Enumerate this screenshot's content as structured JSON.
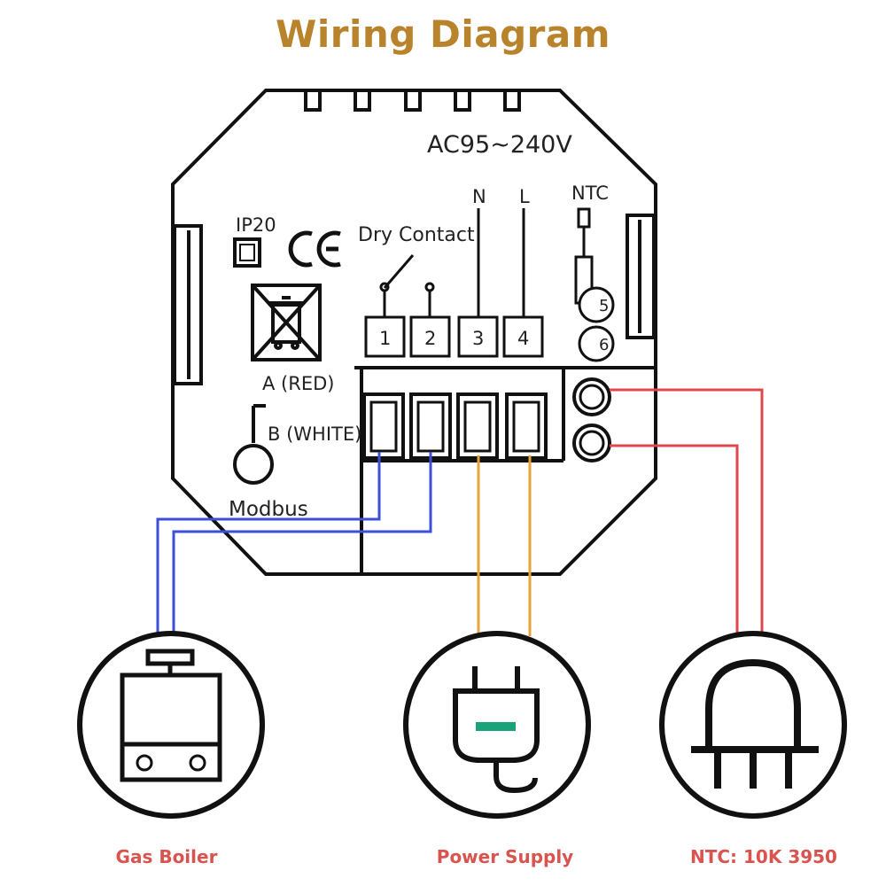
{
  "title": "Wiring Diagram",
  "device": {
    "voltage": "AC95~240V",
    "n_label": "N",
    "l_label": "L",
    "ntc_label": "NTC",
    "ip_rating": "IP20",
    "ce_mark": "CE",
    "dry_contact": "Dry Contact",
    "terminals": [
      "1",
      "2",
      "3",
      "4"
    ],
    "ntc_terminals": [
      "5",
      "6"
    ],
    "modbus_a": "A (RED)",
    "modbus_b": "B (WHITE)",
    "modbus": "Modbus"
  },
  "loads": [
    {
      "label": "Gas Boiler",
      "icon": "gas-boiler-icon"
    },
    {
      "label": "Power Supply",
      "icon": "power-plug-icon"
    },
    {
      "label": "NTC: 10K 3950",
      "icon": "ntc-sensor-icon"
    }
  ],
  "colors": {
    "title": "#b8832b",
    "boiler_wire": "#3b4fd8",
    "power_wire": "#e8a33a",
    "ntc_wire": "#e0474c",
    "caption": "#d9534f",
    "plug_accent": "#1aa37a"
  }
}
